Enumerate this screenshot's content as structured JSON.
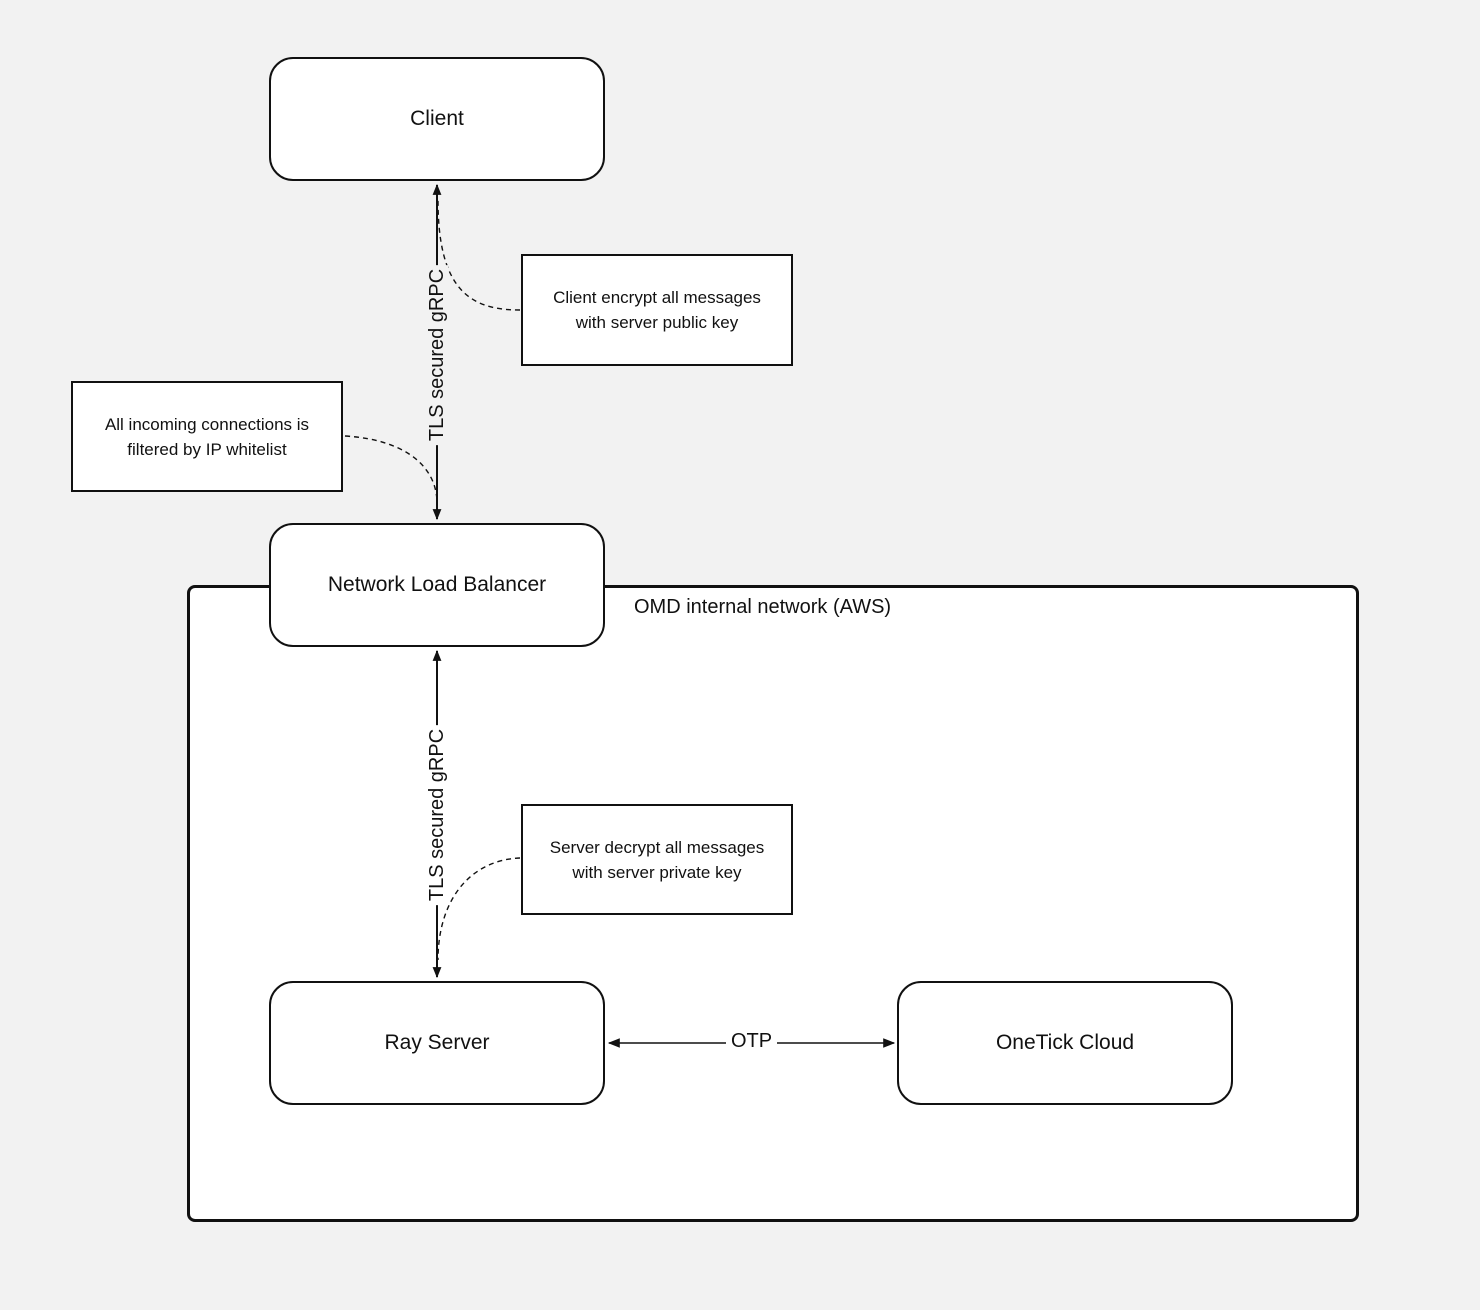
{
  "group": {
    "label": "OMD internal network (AWS)"
  },
  "nodes": {
    "client": "Client",
    "load_balancer": "Network Load Balancer",
    "ray_server": "Ray Server",
    "onetick_cloud": "OneTick Cloud"
  },
  "notes": {
    "client_encrypt": [
      "Client encrypt all messages",
      "with server public key"
    ],
    "ip_whitelist": [
      "All incoming connections is",
      "filtered by IP whitelist"
    ],
    "server_decrypt": [
      "Server decrypt all messages",
      "with server private key"
    ]
  },
  "edges": {
    "client_nlb": "TLS secured gRPC",
    "nlb_ray": "TLS  secured gRPC",
    "ray_onetick": "OTP"
  },
  "colors": {
    "background": "#f2f2f2",
    "box_fill": "#ffffff",
    "stroke": "#111111"
  }
}
